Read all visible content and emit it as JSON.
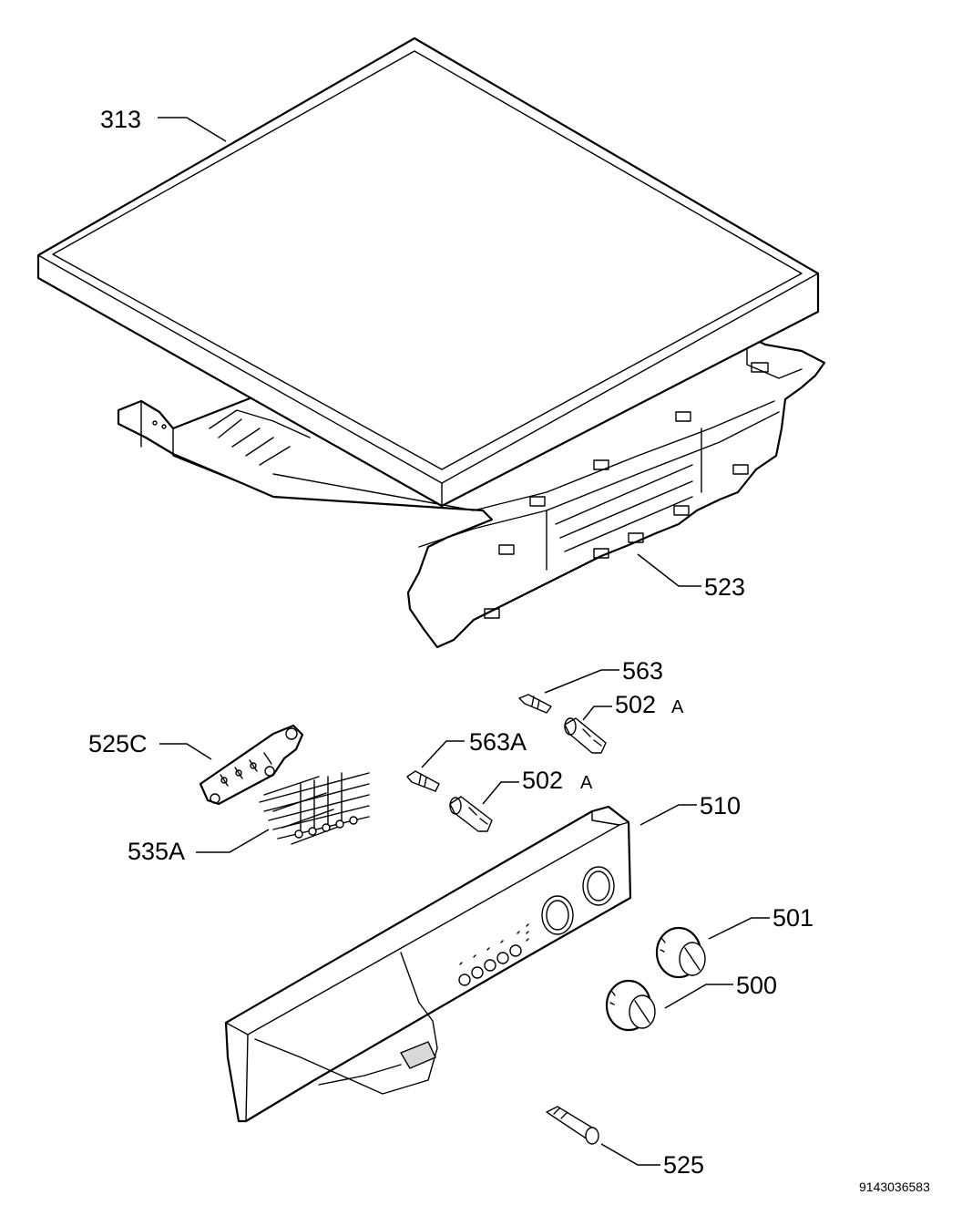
{
  "labels": {
    "p313": "313",
    "p523": "523",
    "p563": "563",
    "p502a_top": "502",
    "p502a_top_suffix": "A",
    "p525c": "525C",
    "p563a": "563A",
    "p502a_mid": "502",
    "p502a_mid_suffix": "A",
    "p510": "510",
    "p535a": "535A",
    "p501": "501",
    "p500": "500",
    "p525": "525"
  },
  "document_number": "9143036583"
}
